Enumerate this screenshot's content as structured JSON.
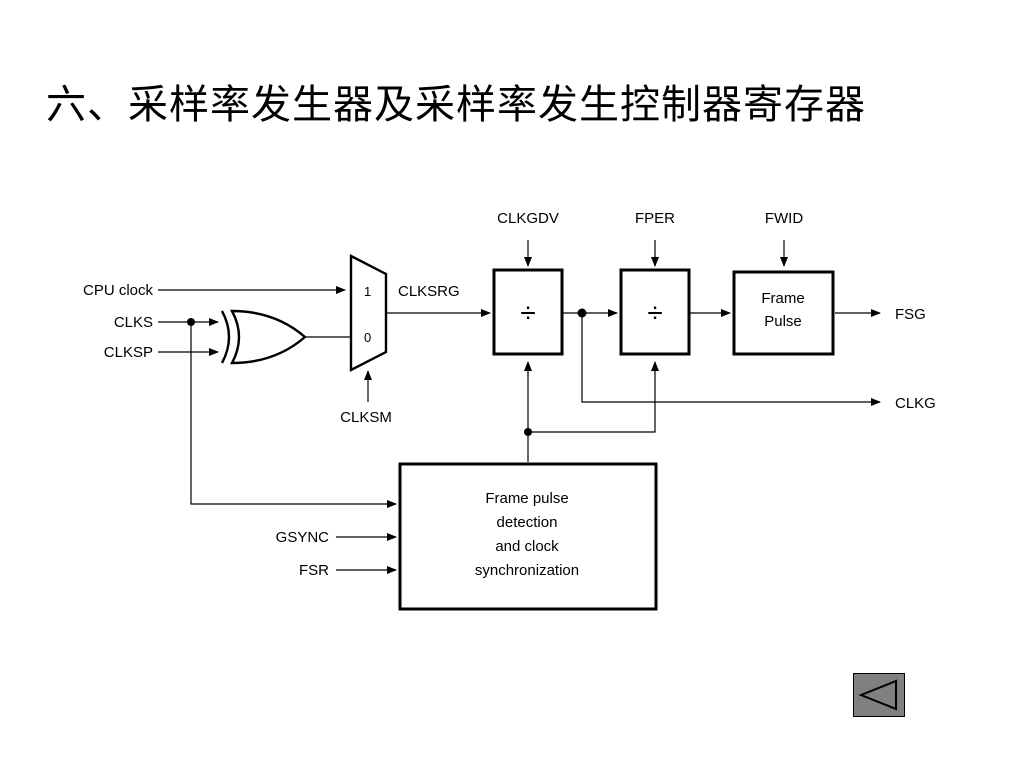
{
  "slide": {
    "title": "六、采样率发生器及采样率发生控制器寄存器"
  },
  "diagram": {
    "inputs": {
      "cpu_clock": "CPU clock",
      "clks": "CLKS",
      "clksp": "CLKSP",
      "gsync": "GSYNC",
      "fsr": "FSR"
    },
    "mux": {
      "input_1": "1",
      "input_0": "0",
      "select": "CLKSM",
      "output": "CLKSRG"
    },
    "dividers": {
      "symbol": "÷",
      "clkgdv": "CLKGDV",
      "fper": "FPER"
    },
    "frame_pulse": {
      "control": "FWID",
      "line1": "Frame",
      "line2": "Pulse"
    },
    "sync_block": {
      "line1": "Frame pulse",
      "line2": "detection",
      "line3": "and clock",
      "line4": "synchronization"
    },
    "outputs": {
      "fsg": "FSG",
      "clkg": "CLKG"
    }
  },
  "navigation": {
    "back_icon": "triangle-left-icon",
    "button_color": "#808080"
  }
}
